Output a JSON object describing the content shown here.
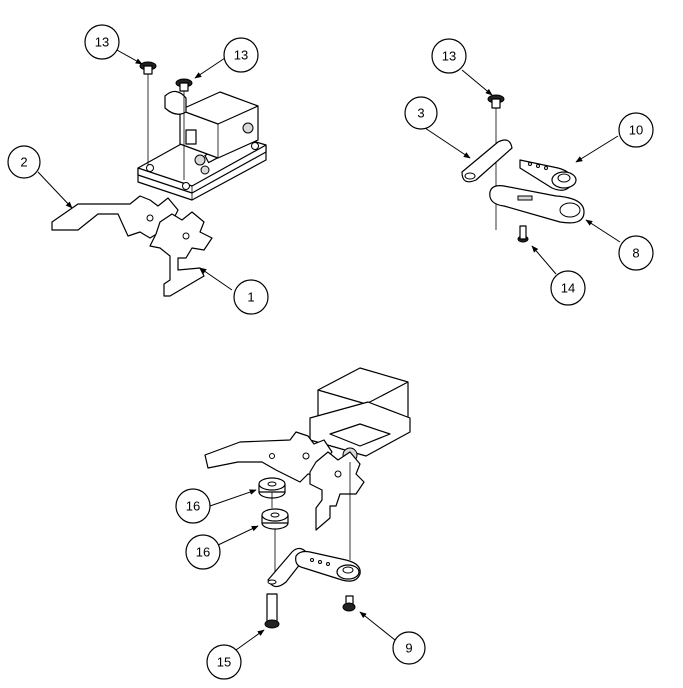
{
  "callouts": [
    {
      "id": "c13a",
      "label": "13"
    },
    {
      "id": "c13b",
      "label": "13"
    },
    {
      "id": "c2",
      "label": "2"
    },
    {
      "id": "c1",
      "label": "1"
    },
    {
      "id": "c13c",
      "label": "13"
    },
    {
      "id": "c3",
      "label": "3"
    },
    {
      "id": "c10",
      "label": "10"
    },
    {
      "id": "c8",
      "label": "8"
    },
    {
      "id": "c14",
      "label": "14"
    },
    {
      "id": "c16a",
      "label": "16"
    },
    {
      "id": "c16b",
      "label": "16"
    },
    {
      "id": "c15",
      "label": "15"
    },
    {
      "id": "c9",
      "label": "9"
    }
  ]
}
